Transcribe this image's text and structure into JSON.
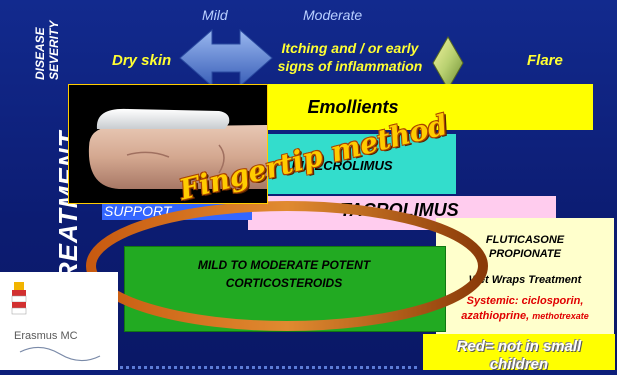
{
  "severity": {
    "label_line1": "DISEASE",
    "label_line2": "SEVERITY",
    "levels": [
      "Mild",
      "Moderate"
    ],
    "stages": {
      "dry_skin": "Dry skin",
      "itching_line1": "Itching and / or early",
      "itching_line2": "signs of inflammation",
      "flare": "Flare"
    }
  },
  "treatment": {
    "label": "TREATMENT",
    "emollients": "Emollients",
    "pimecrolimus": "PIMECROLIMUS",
    "tacrolimus": "TACROLIMUS",
    "support": "SUPPORT",
    "mild_cortico_line1": "MILD TO MODERATE POTENT",
    "mild_cortico_line2": "CORTICOSTEROIDS",
    "fluticasone_line1": "FLUTICASONE",
    "fluticasone_line2": "PROPIONATE",
    "wet_wraps": "Wet Wraps Treatment",
    "systemic_line1": "Systemic: ciclosporin,",
    "systemic_line2a": "azathioprine, ",
    "systemic_line2b": "methotrexate",
    "red_note_line1": "Red= not in small",
    "red_note_line2": "children"
  },
  "fingertip_label": "Fingertip method",
  "logo": {
    "name": "Erasmus MC"
  },
  "colors": {
    "background": "#0d1f7a",
    "emollients": "#ffff00",
    "pimecrolimus": "#33ddcc",
    "tacrolimus": "#ffccee",
    "support": "#3366ff",
    "corticosteroids": "#22aa22",
    "fluticasone": "#ffffcc",
    "red_note": "#ffff00",
    "systemic_text": "#e00000",
    "fingertip_text": "#ffcc00"
  }
}
